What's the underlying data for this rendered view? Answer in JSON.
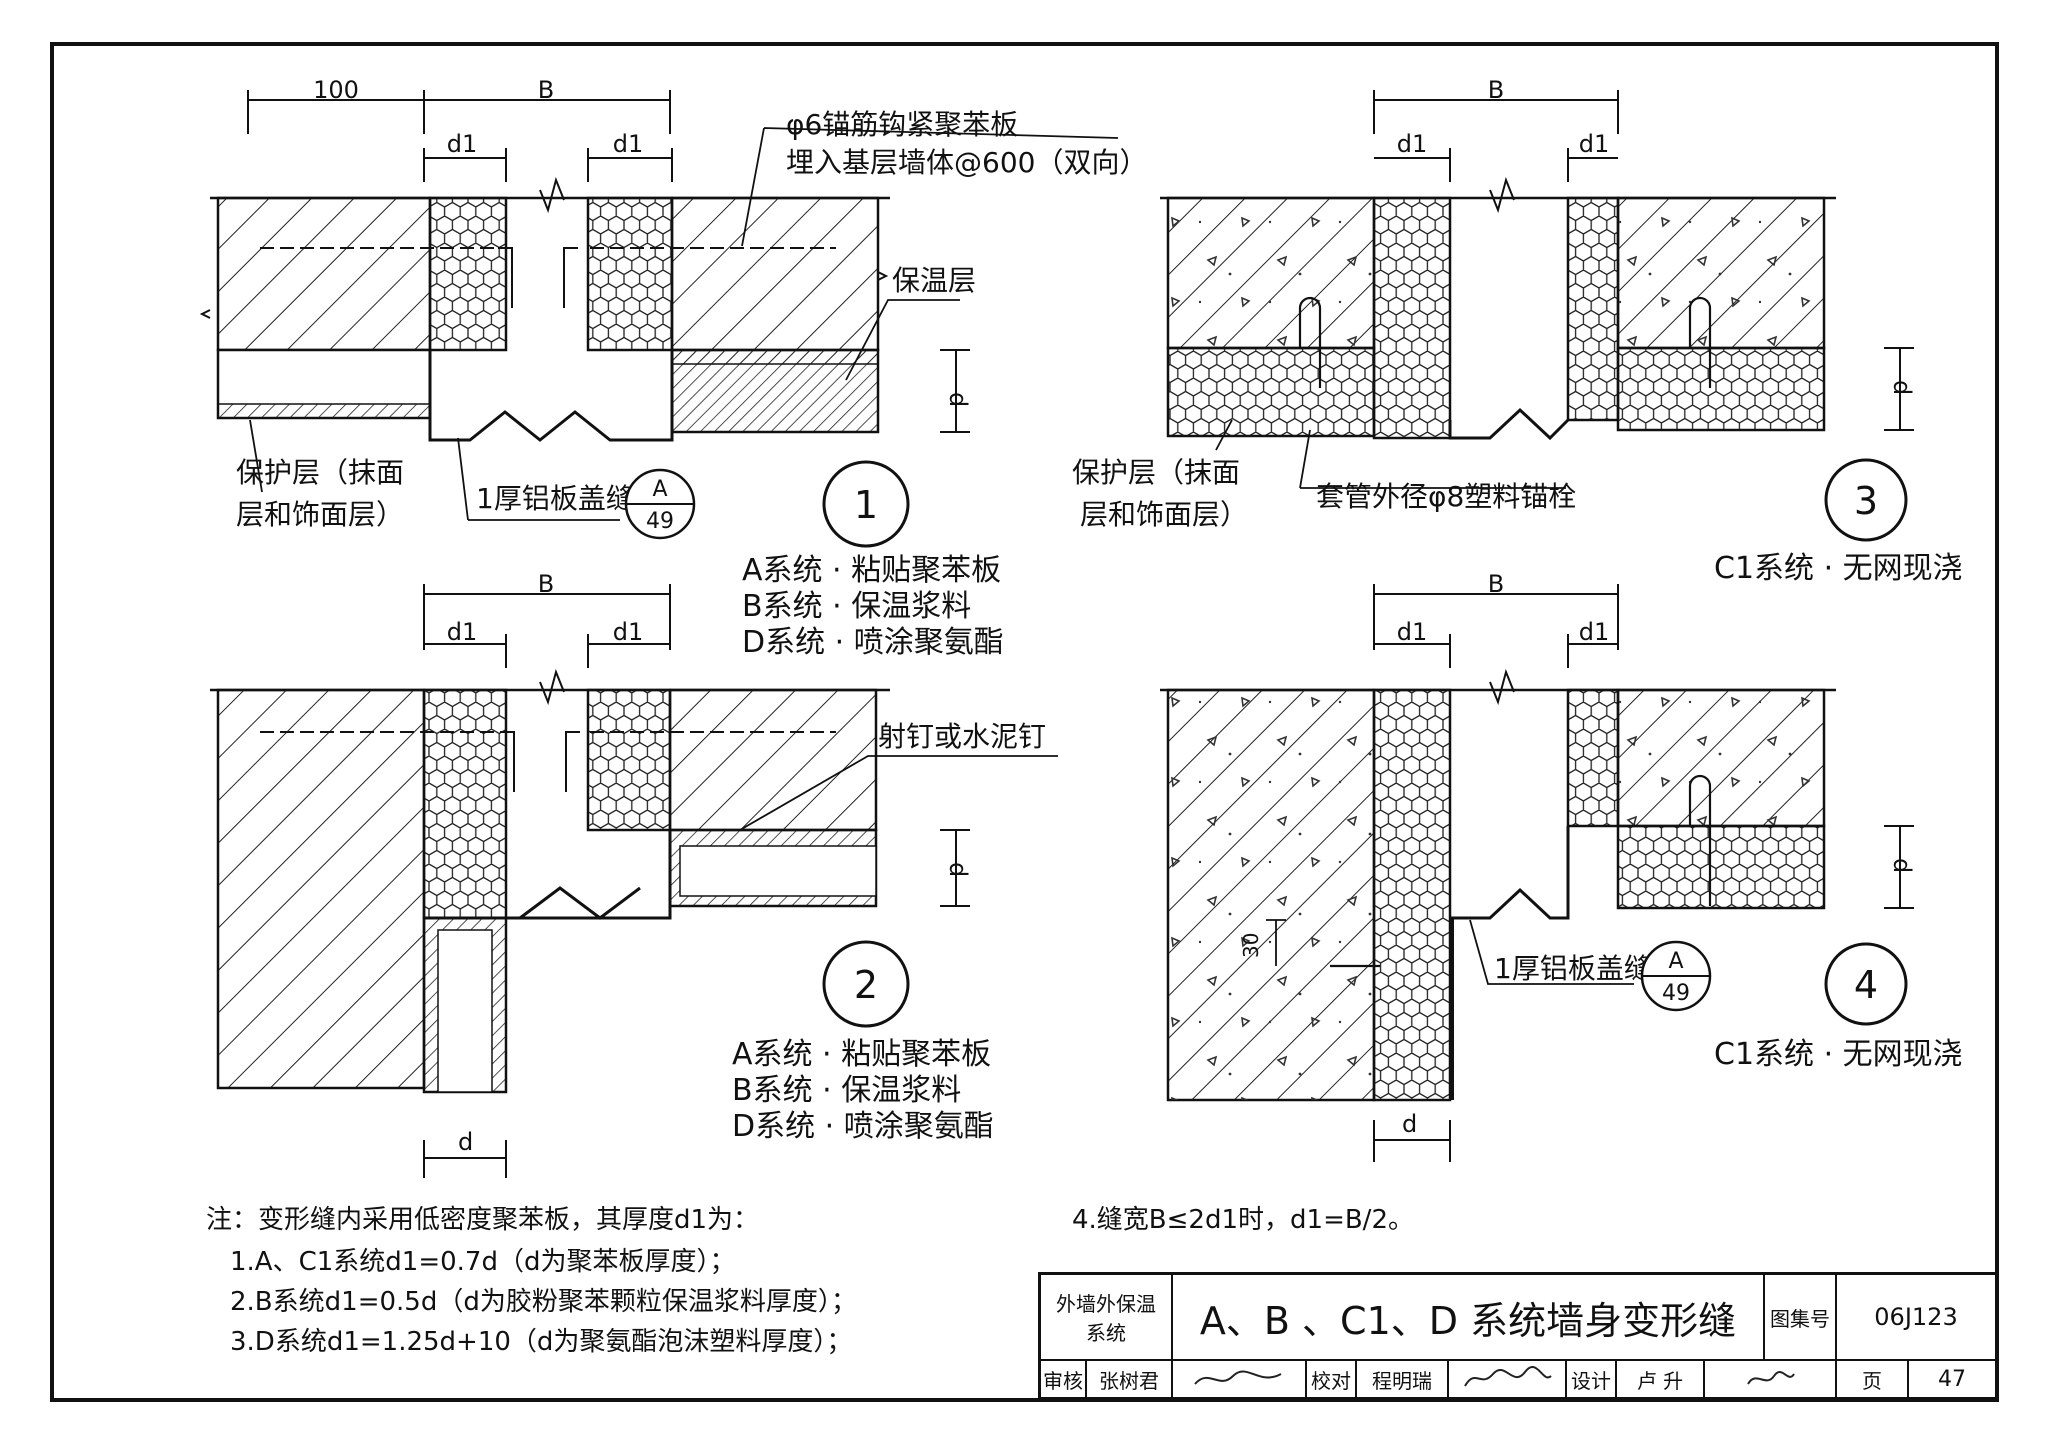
{
  "dim": {
    "w100": "100",
    "B": "B",
    "d1": "d1",
    "d": "d",
    "d30": "30"
  },
  "labels": {
    "anchor_bar_1": "φ6锚筋钩紧聚苯板",
    "anchor_bar_2": "埋入基层墙体@600（双向）",
    "insulation": "保温层",
    "protect_1": "保护层（抹面",
    "protect_2": "层和饰面层）",
    "alu_cover": "1厚铝板盖缝",
    "ref_top": "A",
    "ref_bottom": "49",
    "nail": "射钉或水泥钉",
    "plastic_anchor": "套管外径φ8塑料锚栓"
  },
  "details": [
    {
      "number": "1",
      "lines": [
        "A系统 · 粘贴聚苯板",
        "B系统 · 保温浆料",
        "D系统 · 喷涂聚氨酯"
      ]
    },
    {
      "number": "2",
      "lines": [
        "A系统 · 粘贴聚苯板",
        "B系统 · 保温浆料",
        "D系统 · 喷涂聚氨酯"
      ]
    },
    {
      "number": "3",
      "lines": [
        "C1系统 · 无网现浇"
      ]
    },
    {
      "number": "4",
      "lines": [
        "C1系统 · 无网现浇"
      ]
    }
  ],
  "notes": {
    "head": "注：变形缝内采用低密度聚苯板，其厚度d1为：",
    "n1": "1.A、C1系统d1=0.7d（d为聚苯板厚度）；",
    "n2": "2.B系统d1=0.5d（d为胶粉聚苯颗粒保温浆料厚度）；",
    "n3": "3.D系统d1=1.25d+10（d为聚氨酯泡沫塑料厚度）；",
    "n4": "4.缝宽B≤2d1时，d1=B/2。"
  },
  "title_block": {
    "category": "外墙外保温系统",
    "title": "A、B 、C1、D 系统墙身变形缝",
    "atlas_label": "图集号",
    "atlas_no": "06J123",
    "review_label": "审核",
    "review_name": "张树君",
    "check_label": "校对",
    "check_name": "程明瑞",
    "design_label": "设计",
    "design_name": "卢 升",
    "page_label": "页",
    "page_no": "47"
  }
}
